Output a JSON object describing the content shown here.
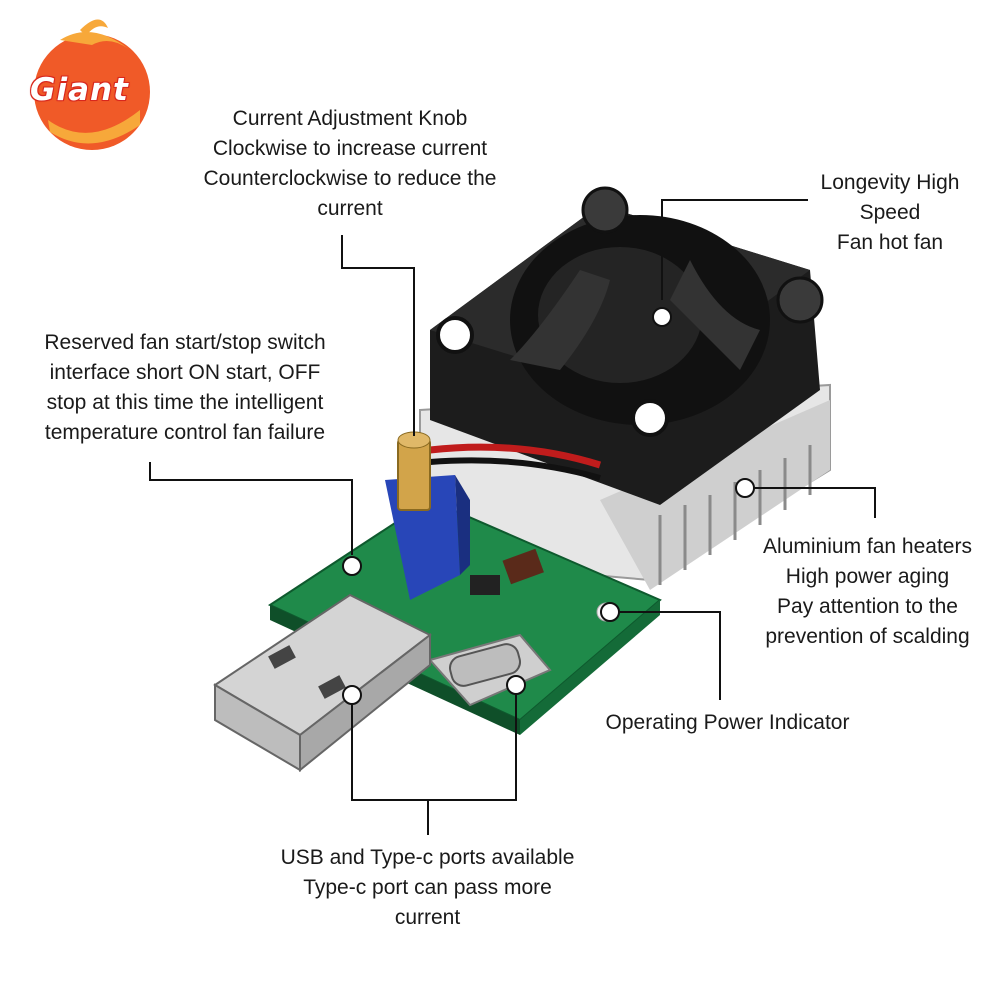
{
  "brand": {
    "logo_text": "Giant"
  },
  "callouts": {
    "knob": [
      "Current Adjustment Knob",
      "Clockwise to increase current",
      "Counterclockwise to reduce the",
      "current"
    ],
    "fan": [
      "Longevity High",
      "Speed",
      "Fan hot fan"
    ],
    "switch": [
      "Reserved fan start/stop switch",
      "interface short ON start, OFF",
      "stop at this time the intelligent",
      "temperature control fan failure"
    ],
    "heatsink": [
      "Aluminium fan heaters",
      "High power aging",
      "Pay attention to the",
      "prevention of scalding"
    ],
    "power": [
      "Operating Power Indicator"
    ],
    "ports": [
      "USB and Type-c ports available",
      "Type-c port can pass more",
      "current"
    ]
  },
  "colors": {
    "pcb": "#1f8a4a",
    "fan": "#1c1c1c",
    "heatsink": "#d9d9d9",
    "logo": "#e8422a"
  }
}
